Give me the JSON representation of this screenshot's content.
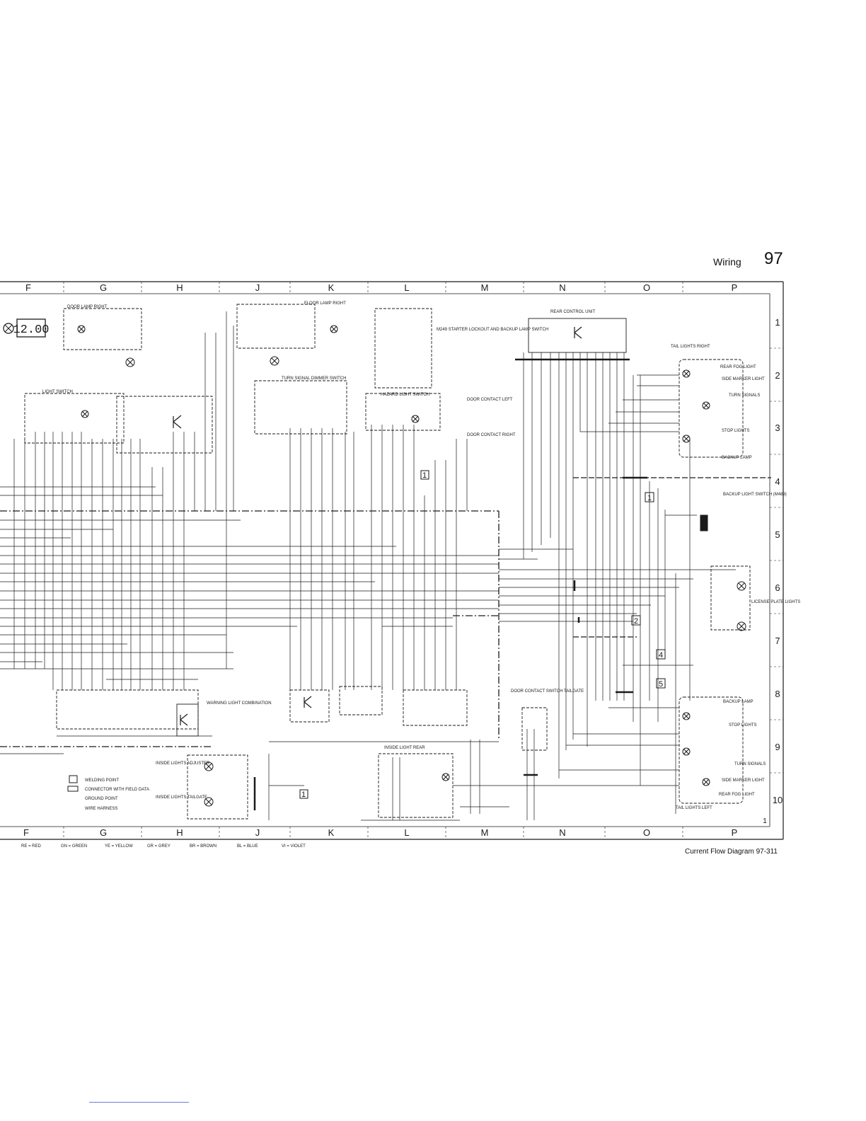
{
  "header": {
    "section_title": "Wiring",
    "page_number": "97"
  },
  "grid": {
    "columns": [
      "F",
      "G",
      "H",
      "J",
      "K",
      "L",
      "M",
      "N",
      "O",
      "P"
    ],
    "rows": [
      "1",
      "2",
      "3",
      "4",
      "5",
      "6",
      "7",
      "8",
      "9",
      "10"
    ],
    "sheet_number": "1"
  },
  "components": {
    "clock_display": "12.00",
    "rear_control_unit": "REAR CONTROL UNIT",
    "starter_lockout": "M249 STARTER LOCKOUT AND BACKUP LAMP SWITCH",
    "light_switch": "LIGHT SWITCH",
    "turn_signal_dimmer": "TURN SIGNAL DIMMER SWITCH",
    "hazard_switch": "HAZARD LIGHT SWITCH",
    "door_contact_left": "DOOR CONTACT LEFT",
    "door_contact_right": "DOOR CONTACT RIGHT",
    "tail_lights_right": "TAIL LIGHTS RIGHT",
    "rear_fog_light": "REAR FOG LIGHT",
    "side_marker": "SIDE MARKER LIGHT",
    "turn_signals": "TURN SIGNALS",
    "stop_lights": "STOP LIGHTS",
    "backup_lamp": "BACKUP LAMP",
    "backup_switch": "BACKUP LIGHT SWITCH (M489)",
    "license_plate": "LICENSE PLATE LIGHTS",
    "backup_lamp_lower": "BACKUP LAMP",
    "stop_lights_lower": "STOP LIGHTS",
    "turn_signals_lower": "TURN SIGNALS",
    "side_marker_lower": "SIDE MARKER LIGHT",
    "rear_fog_lower": "REAR FOG LIGHT",
    "tail_lights_left": "TAIL LIGHTS LEFT",
    "inside_lights_front": "INSIDE LIGHTS ADJUSTER",
    "inside_lights_rear": "INSIDE LIGHTS TAILGATE",
    "inside_light_rear": "INSIDE LIGHT REAR",
    "door_contact_tailgate": "DOOR CONTACT SWITCH TAILGATE",
    "warning_light": "WARNING LIGHT COMBINATION",
    "door_lamp": "DOOR LAMP RIGHT",
    "floor_lamp": "FLOOR LAMP RIGHT"
  },
  "legend": {
    "welding_point": "WELDING POINT",
    "connector": "CONNECTOR WITH FIELD DATA",
    "ground_point": "GROUND POINT",
    "wire_harness": "WIRE HARNESS"
  },
  "color_codes": [
    "RE = RED",
    "GN = GREEN",
    "YE = YELLOW",
    "GR = GREY",
    "BR = BROWN",
    "BL = BLUE",
    "VI = VIOLET"
  ],
  "footer": {
    "title": "Current Flow Diagram  97-311"
  },
  "colors": {
    "ink": "#1a1a1a",
    "link": "#6b7cd8"
  }
}
